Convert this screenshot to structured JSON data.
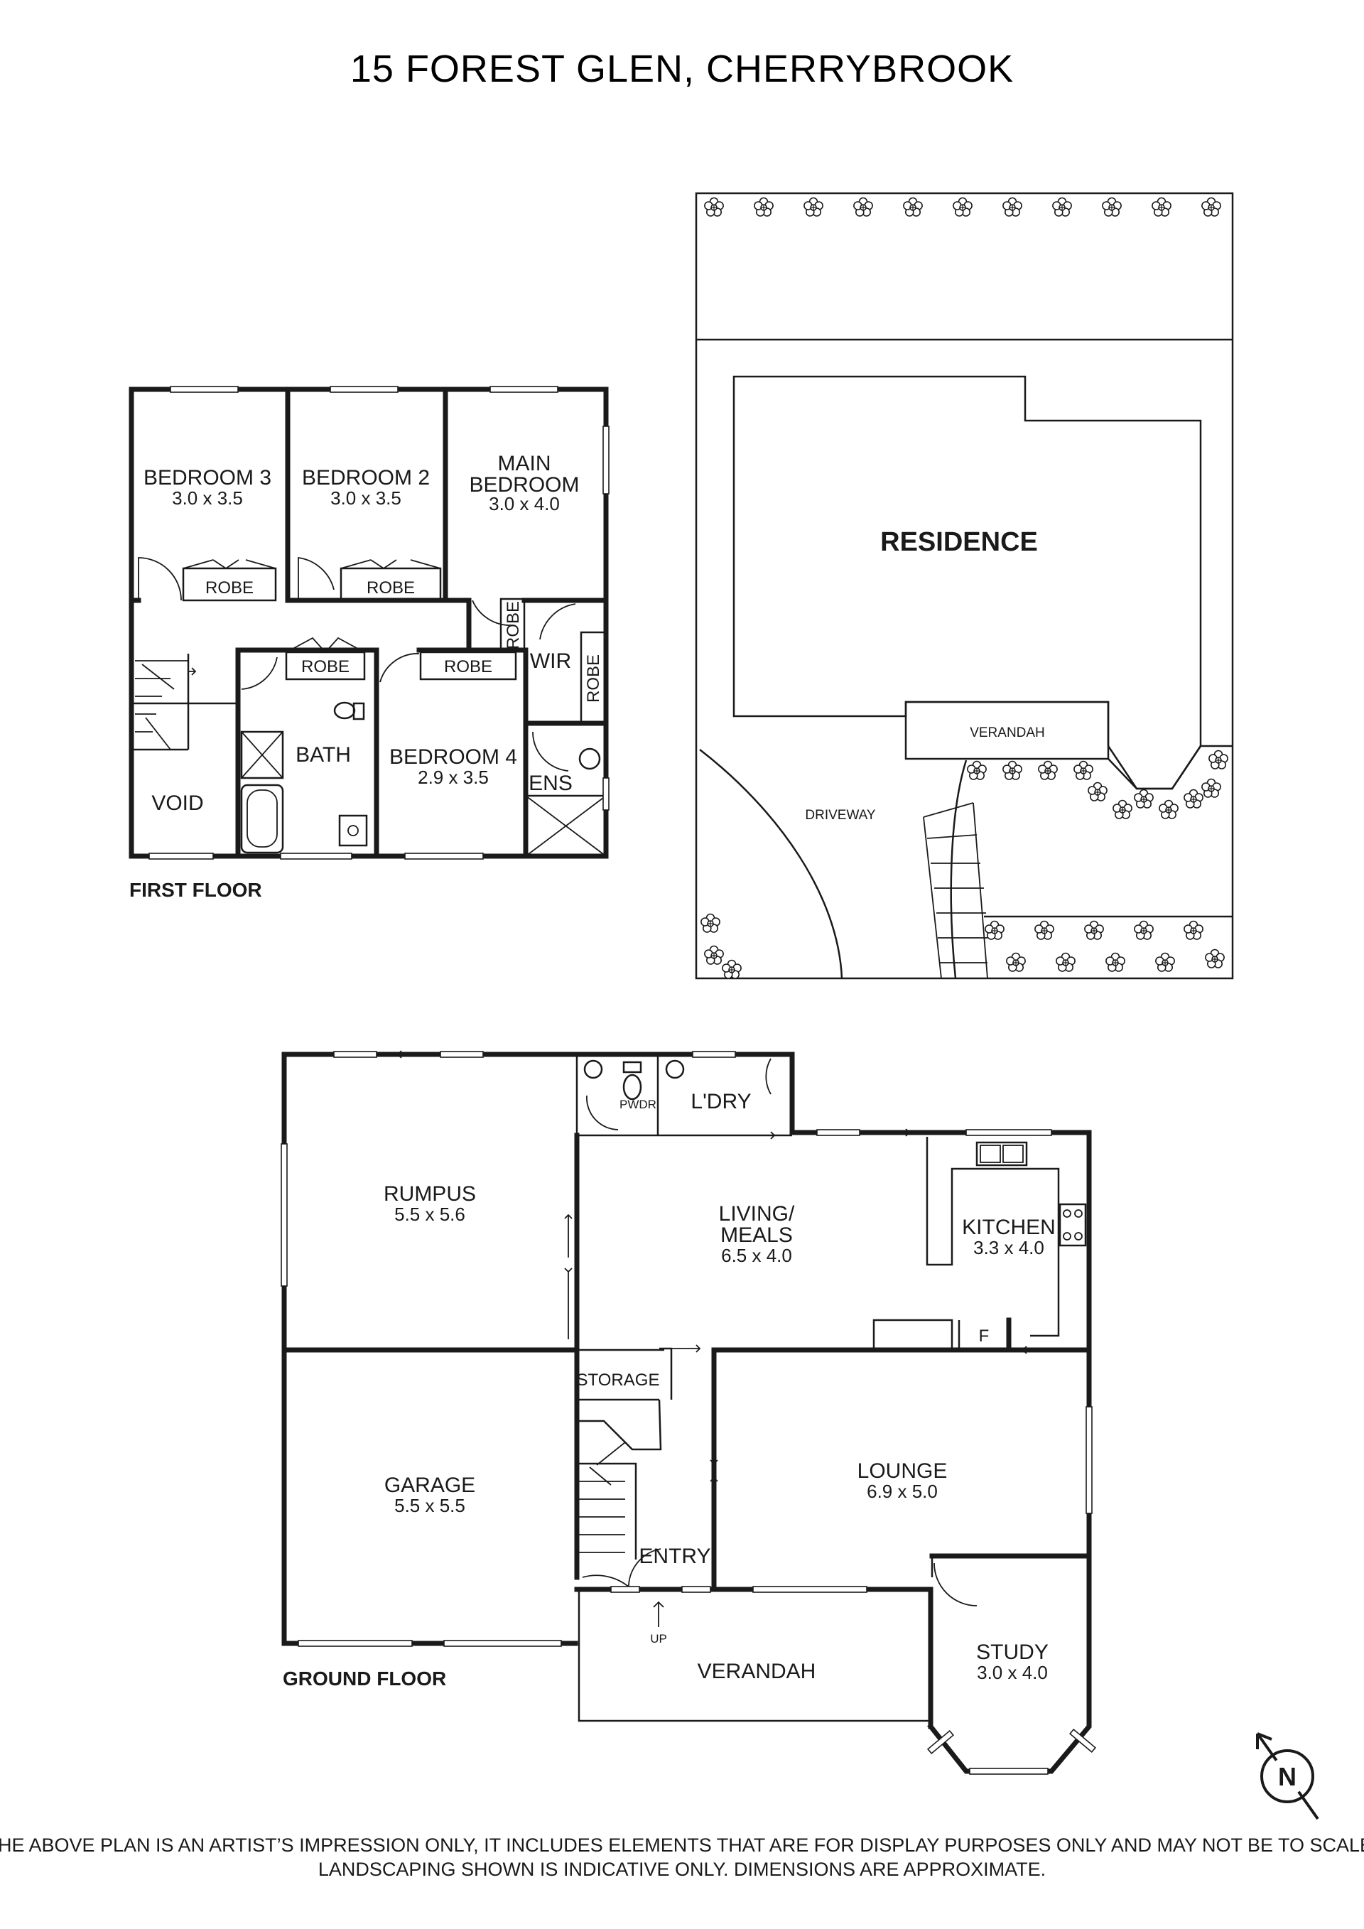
{
  "title": "15 FOREST GLEN, CHERRYBROOK",
  "first_floor": {
    "label": "FIRST FLOOR",
    "rooms": [
      {
        "name": "BEDROOM 3",
        "dim": "3.0 x 3.5"
      },
      {
        "name": "BEDROOM 2",
        "dim": "3.0 x 3.5"
      },
      {
        "name": "MAIN",
        "name2": "BEDROOM",
        "dim": "3.0 x 4.0"
      },
      {
        "name": "BEDROOM 4",
        "dim": "2.9 x 3.5"
      }
    ],
    "labels": {
      "robe": "ROBE",
      "wir": "WIR",
      "bath": "BATH",
      "ens": "ENS",
      "void": "VOID"
    }
  },
  "site": {
    "residence": "RESIDENCE",
    "verandah": "VERANDAH",
    "driveway": "DRIVEWAY"
  },
  "ground_floor": {
    "label": "GROUND FLOOR",
    "rooms": [
      {
        "name": "RUMPUS",
        "dim": "5.5 x 5.6"
      },
      {
        "name": "LIVING/",
        "name2": "MEALS",
        "dim": "6.5 x 4.0"
      },
      {
        "name": "KITCHEN",
        "dim": "3.3 x 4.0"
      },
      {
        "name": "GARAGE",
        "dim": "5.5 x 5.5"
      },
      {
        "name": "LOUNGE",
        "dim": "6.9 x 5.0"
      },
      {
        "name": "STUDY",
        "dim": "3.0 x 4.0"
      }
    ],
    "labels": {
      "pwdr": "PWDR",
      "ldry": "L'DRY",
      "storage": "STORAGE",
      "entry": "ENTRY",
      "up": "UP",
      "verandah": "VERANDAH",
      "fridge": "F"
    }
  },
  "compass": {
    "letter": "N",
    "icon": "north-arrow-icon"
  },
  "disclaimer": {
    "line1": "THE ABOVE PLAN IS AN ARTIST’S IMPRESSION ONLY, IT INCLUDES ELEMENTS THAT ARE FOR DISPLAY PURPOSES ONLY AND MAY NOT BE TO SCALE.",
    "line2": "LANDSCAPING SHOWN IS INDICATIVE ONLY. DIMENSIONS ARE APPROXIMATE."
  }
}
